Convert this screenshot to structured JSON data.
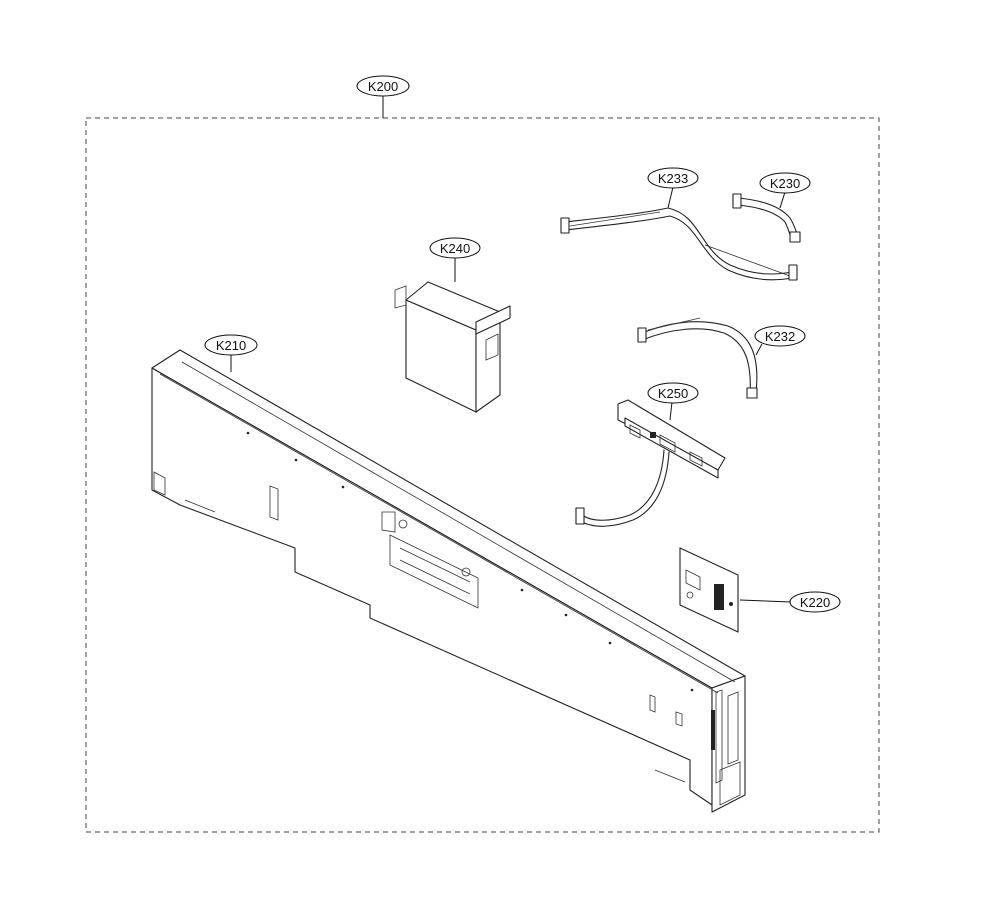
{
  "diagram": {
    "assembly_label": "K200",
    "parts": [
      {
        "id": "k210",
        "label": "K210"
      },
      {
        "id": "k220",
        "label": "K220"
      },
      {
        "id": "k230",
        "label": "K230"
      },
      {
        "id": "k232",
        "label": "K232"
      },
      {
        "id": "k233",
        "label": "K233"
      },
      {
        "id": "k240",
        "label": "K240"
      },
      {
        "id": "k250",
        "label": "K250"
      }
    ]
  }
}
